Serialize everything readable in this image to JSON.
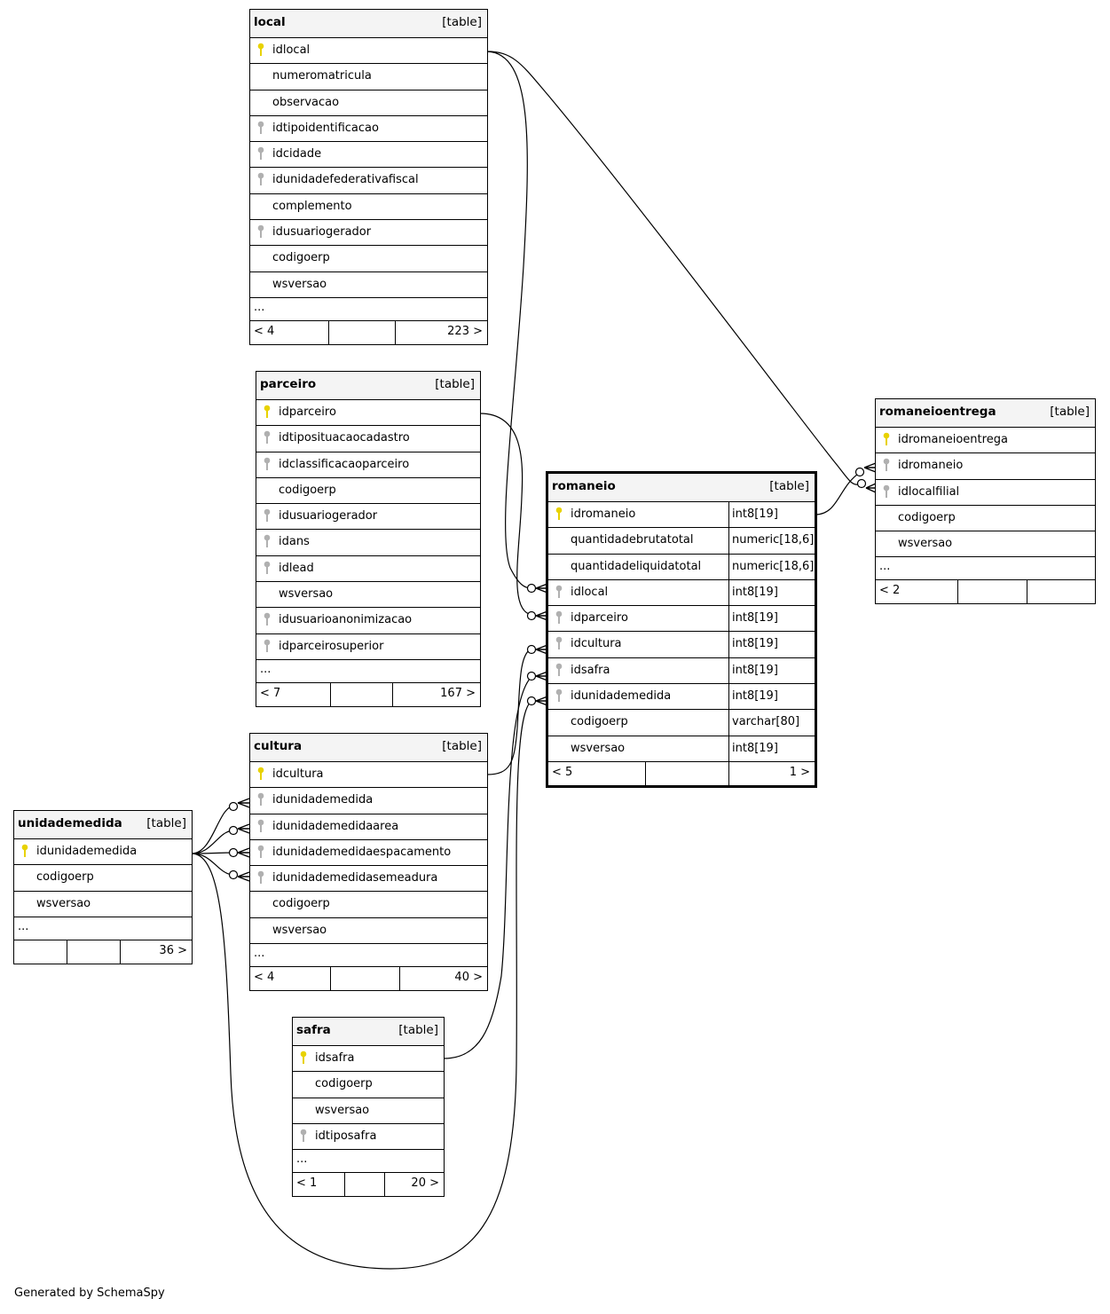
{
  "tables": {
    "local": {
      "name": "local",
      "kind": "[table]",
      "columns": [
        {
          "name": "idlocal",
          "key": "pk"
        },
        {
          "name": "numeromatricula",
          "key": ""
        },
        {
          "name": "observacao",
          "key": ""
        },
        {
          "name": "idtipoidentificacao",
          "key": "fk"
        },
        {
          "name": "idcidade",
          "key": "fk"
        },
        {
          "name": "idunidadefederativafiscal",
          "key": "fk"
        },
        {
          "name": "complemento",
          "key": ""
        },
        {
          "name": "idusuariogerador",
          "key": "fk"
        },
        {
          "name": "codigoerp",
          "key": ""
        },
        {
          "name": "wsversao",
          "key": ""
        }
      ],
      "more": "...",
      "parents": "< 4",
      "children": "223 >"
    },
    "parceiro": {
      "name": "parceiro",
      "kind": "[table]",
      "columns": [
        {
          "name": "idparceiro",
          "key": "pk"
        },
        {
          "name": "idtiposituacaocadastro",
          "key": "fk"
        },
        {
          "name": "idclassificacaoparceiro",
          "key": "fk"
        },
        {
          "name": "codigoerp",
          "key": ""
        },
        {
          "name": "idusuariogerador",
          "key": "fk"
        },
        {
          "name": "idans",
          "key": "fk"
        },
        {
          "name": "idlead",
          "key": "fk"
        },
        {
          "name": "wsversao",
          "key": ""
        },
        {
          "name": "idusuarioanonimizacao",
          "key": "fk"
        },
        {
          "name": "idparceirosuperior",
          "key": "fk"
        }
      ],
      "more": "...",
      "parents": "< 7",
      "children": "167 >"
    },
    "romaneio": {
      "name": "romaneio",
      "kind": "[table]",
      "columns": [
        {
          "name": "idromaneio",
          "key": "pk",
          "type": "int8[19]"
        },
        {
          "name": "quantidadebrutatotal",
          "key": "",
          "type": "numeric[18,6]"
        },
        {
          "name": "quantidadeliquidatotal",
          "key": "",
          "type": "numeric[18,6]"
        },
        {
          "name": "idlocal",
          "key": "fk",
          "type": "int8[19]"
        },
        {
          "name": "idparceiro",
          "key": "fk",
          "type": "int8[19]"
        },
        {
          "name": "idcultura",
          "key": "fk",
          "type": "int8[19]"
        },
        {
          "name": "idsafra",
          "key": "fk",
          "type": "int8[19]"
        },
        {
          "name": "idunidademedida",
          "key": "fk",
          "type": "int8[19]"
        },
        {
          "name": "codigoerp",
          "key": "",
          "type": "varchar[80]"
        },
        {
          "name": "wsversao",
          "key": "",
          "type": "int8[19]"
        }
      ],
      "parents": "< 5",
      "children": "1 >"
    },
    "romaneioentrega": {
      "name": "romaneioentrega",
      "kind": "[table]",
      "columns": [
        {
          "name": "idromaneioentrega",
          "key": "pk"
        },
        {
          "name": "idromaneio",
          "key": "fk"
        },
        {
          "name": "idlocalfilial",
          "key": "fk"
        },
        {
          "name": "codigoerp",
          "key": ""
        },
        {
          "name": "wsversao",
          "key": ""
        }
      ],
      "more": "...",
      "parents": "< 2",
      "children": ""
    },
    "cultura": {
      "name": "cultura",
      "kind": "[table]",
      "columns": [
        {
          "name": "idcultura",
          "key": "pk"
        },
        {
          "name": "idunidademedida",
          "key": "fk"
        },
        {
          "name": "idunidademedidaarea",
          "key": "fk"
        },
        {
          "name": "idunidademedidaespacamento",
          "key": "fk"
        },
        {
          "name": "idunidademedidasemeadura",
          "key": "fk"
        },
        {
          "name": "codigoerp",
          "key": ""
        },
        {
          "name": "wsversao",
          "key": ""
        }
      ],
      "more": "...",
      "parents": "< 4",
      "children": "40 >"
    },
    "unidademedida": {
      "name": "unidademedida",
      "kind": "[table]",
      "columns": [
        {
          "name": "idunidademedida",
          "key": "pk"
        },
        {
          "name": "codigoerp",
          "key": ""
        },
        {
          "name": "wsversao",
          "key": ""
        }
      ],
      "more": "...",
      "parents": "",
      "children": "36 >"
    },
    "safra": {
      "name": "safra",
      "kind": "[table]",
      "columns": [
        {
          "name": "idsafra",
          "key": "pk"
        },
        {
          "name": "codigoerp",
          "key": ""
        },
        {
          "name": "wsversao",
          "key": ""
        },
        {
          "name": "idtiposafra",
          "key": "fk"
        }
      ],
      "more": "...",
      "parents": "< 1",
      "children": "20 >"
    }
  },
  "colors": {
    "primary_key": "#e8d200",
    "foreign_key": "#b0b0b0",
    "header_bg": "#f4f4f4",
    "line": "#000000"
  },
  "footer": "Generated by SchemaSpy"
}
